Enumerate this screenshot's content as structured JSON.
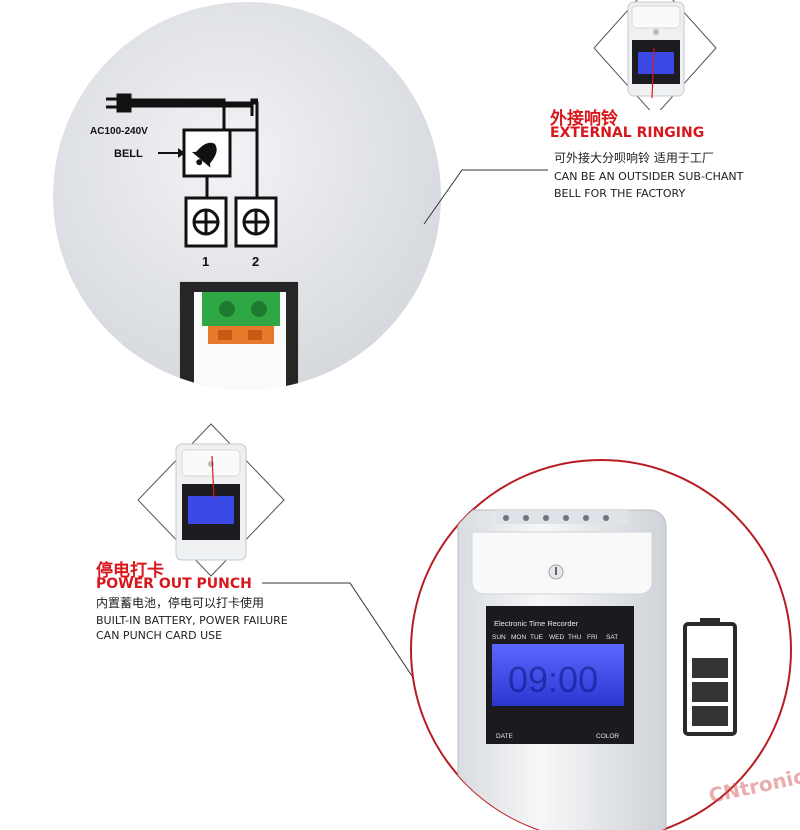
{
  "wiring": {
    "power_label": "AC100-240V",
    "bell_label": "BELL",
    "terminal_1": "1",
    "terminal_2": "2"
  },
  "feature_ringing": {
    "title_cn": "外接响铃",
    "title_en": "EXTERNAL RINGING",
    "desc_cn": "可外接大分呗响铃 适用于工厂",
    "desc_en_1": "CAN BE AN OUTSIDER SUB-CHANT",
    "desc_en_2": "BELL FOR THE FACTORY"
  },
  "feature_power": {
    "title_cn": "停电打卡",
    "title_en": "POWER OUT PUNCH",
    "desc_cn": "内置蓄电池，停电可以打卡使用",
    "desc_en_1": "BUILT-IN BATTERY, POWER FAILURE",
    "desc_en_2": "CAN PUNCH CARD USE"
  },
  "device": {
    "panel_title": "Electronic Time Recorder",
    "days": [
      "SUN",
      "MON",
      "TUE",
      "WED",
      "THU",
      "FRI",
      "SAT"
    ],
    "time": "09:00",
    "date_label": "DATE",
    "color_label": "COLOR"
  },
  "battery": {
    "level": 0.75
  },
  "watermark": "CNtronic",
  "colors": {
    "accent_red": "#d8171c",
    "lcd_blue": "#3a48e6"
  }
}
